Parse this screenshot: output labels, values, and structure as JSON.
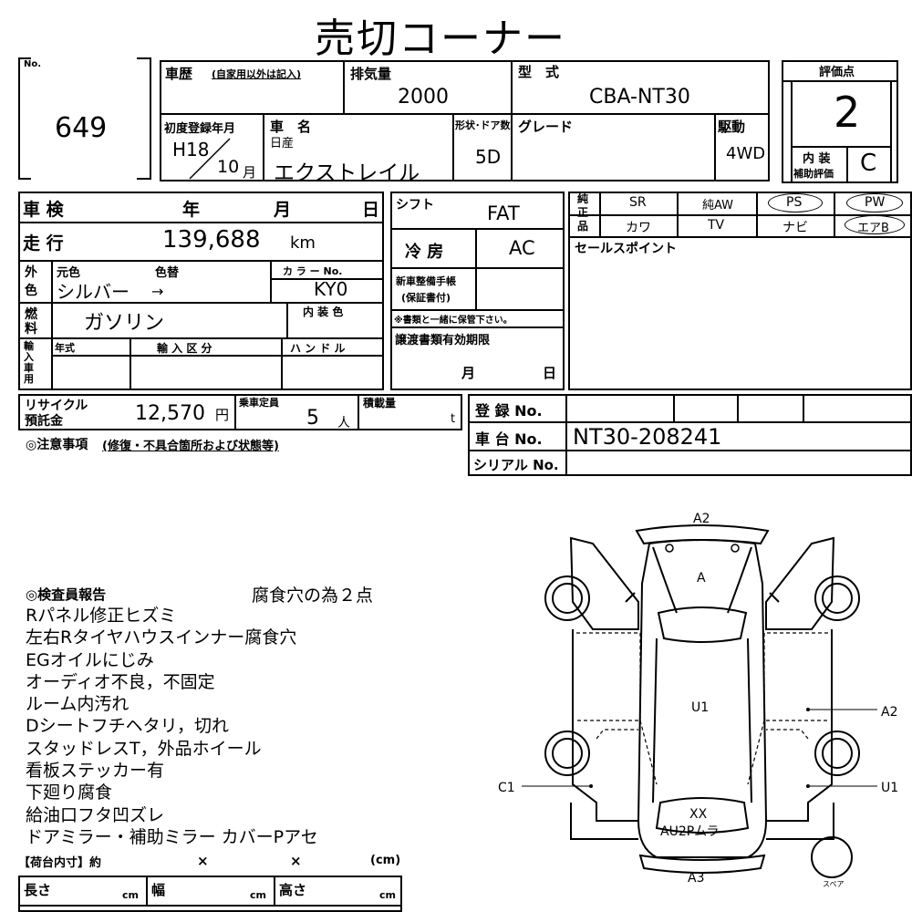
{
  "title": "売切コーナー",
  "lot": {
    "no_label": "No.",
    "number": "649"
  },
  "history": {
    "label": "車歴",
    "note": "(自家用以外は記入)"
  },
  "displacement": {
    "label": "排気量",
    "value": "2000"
  },
  "model": {
    "label": "型　式",
    "value": "CBA-NT30"
  },
  "rating": {
    "label": "評価点",
    "value": "2",
    "interior_label_1": "内 装",
    "interior_label_2": "補助評価",
    "interior_value": "C"
  },
  "first_reg": {
    "label": "初度登録年月",
    "year": "H18",
    "month_num": "10",
    "month_unit": "月"
  },
  "car_name": {
    "label": "車　名",
    "maker": "日産",
    "value": "エクストレイル"
  },
  "doors": {
    "label": "形状･ドア数",
    "value": "5D"
  },
  "grade": {
    "label": "グレード"
  },
  "drive": {
    "label": "駆動",
    "value": "4WD"
  },
  "inspection": {
    "label": "車 検",
    "year": "年",
    "month": "月",
    "day": "日"
  },
  "mileage": {
    "label": "走 行",
    "value": "139,688",
    "unit": "km"
  },
  "color": {
    "side_1": "外",
    "side_2": "色",
    "orig_label": "元色",
    "change_label": "色替",
    "value": "シルバー",
    "arrow": "→",
    "code_label": "カ ラ ー No.",
    "code_value": "KY0"
  },
  "fuel": {
    "side_1": "燃",
    "side_2": "料",
    "value": "ガソリン",
    "interior_color_label": "内 装 色"
  },
  "import": {
    "side": "輸入車用",
    "year_label": "年式",
    "type_label": "輸 入 区 分",
    "handle_label": "ハ ン ド ル"
  },
  "shift": {
    "label": "シフト",
    "value": "FAT"
  },
  "ac": {
    "label": "冷 房",
    "value": "AC"
  },
  "maint": {
    "label_1": "新車整備手帳",
    "label_2": "(保証書付)",
    "note": "※書類と一緒に保管下さい。"
  },
  "transfer": {
    "label": "譲渡書類有効期限",
    "month": "月",
    "day": "日"
  },
  "equip": {
    "side_1": "純",
    "side_2": "正",
    "side_3": "品",
    "row1": [
      "SR",
      "純AW",
      "PS",
      "PW"
    ],
    "row2": [
      "カワ",
      "TV",
      "ナビ",
      "エアB"
    ]
  },
  "sales_point": {
    "label": "セールスポイント"
  },
  "recycle": {
    "label_1": "リサイクル",
    "label_2": "預託金",
    "value": "12,570",
    "unit": "円"
  },
  "capacity": {
    "label": "乗車定員",
    "value": "5",
    "unit": "人"
  },
  "load": {
    "label": "積載量",
    "unit": "t"
  },
  "reg_no": {
    "label": "登 録 No."
  },
  "chassis": {
    "label": "車 台 No.",
    "value": "NT30-208241"
  },
  "serial": {
    "label": "シリアル No."
  },
  "notes_label": "◎注意事項",
  "notes_sub": "(修復・不具合箇所および状態等)",
  "report": {
    "title": "◎検査員報告",
    "side_note": "腐食穴の為２点",
    "lines": [
      "Rパネル修正ヒズミ",
      "左右Rタイヤハウスインナー腐食穴",
      "EGオイルにじみ",
      "オーディオ不良，不固定",
      "ルーム内汚れ",
      "Dシートフチヘタリ，切れ",
      "スタッドレスT，外品ホイール",
      "看板ステッカー有",
      "下廻り腐食",
      "給油口フタ凹ズレ",
      "ドアミラー・補助ミラー カバーPアセ"
    ]
  },
  "cargo": {
    "label": "【荷台内寸】約",
    "x1": "×",
    "x2": "×",
    "unit": "(cm)",
    "length": "長さ",
    "width": "幅",
    "height": "高さ",
    "cm": "cm"
  },
  "diagram": {
    "top": "A2",
    "hood": "A",
    "roof": "U1",
    "right_mid": "A2",
    "left": "C1",
    "right": "U1",
    "rear_1": "XX",
    "rear_2": "AU2Pムラ",
    "bottom": "A3",
    "spare": "スペア"
  }
}
